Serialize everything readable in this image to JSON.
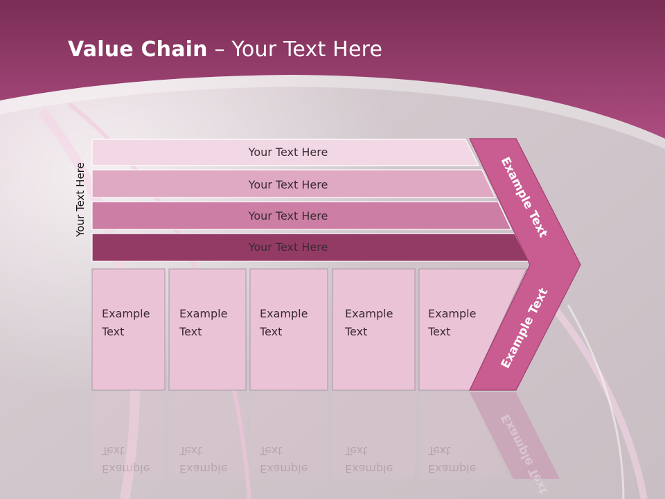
{
  "title": {
    "bold": "Value Chain",
    "rest": " – Your Text Here"
  },
  "side_label": "Your Text Here",
  "bands": [
    {
      "label": "Your Text Here",
      "color": "#f2d8e4"
    },
    {
      "label": "Your Text Here",
      "color": "#e0a9c3"
    },
    {
      "label": "Your Text Here",
      "color": "#cc7ea4"
    },
    {
      "label": "Your Text Here",
      "color": "#933b64"
    }
  ],
  "cells": [
    {
      "line1": "Example",
      "line2": "Text"
    },
    {
      "line1": "Example",
      "line2": "Text"
    },
    {
      "line1": "Example",
      "line2": "Text"
    },
    {
      "line1": "Example",
      "line2": "Text"
    },
    {
      "line1": "Example",
      "line2": "Text"
    }
  ],
  "arrow": {
    "upper_label": "Example Text",
    "lower_label": "Example Text",
    "color": "#c95c90"
  },
  "colors": {
    "header_top": "#7a2d55",
    "header_bottom": "#a8497a",
    "cell_fill": "#ebc3d7",
    "background": "#cdc4c9"
  }
}
